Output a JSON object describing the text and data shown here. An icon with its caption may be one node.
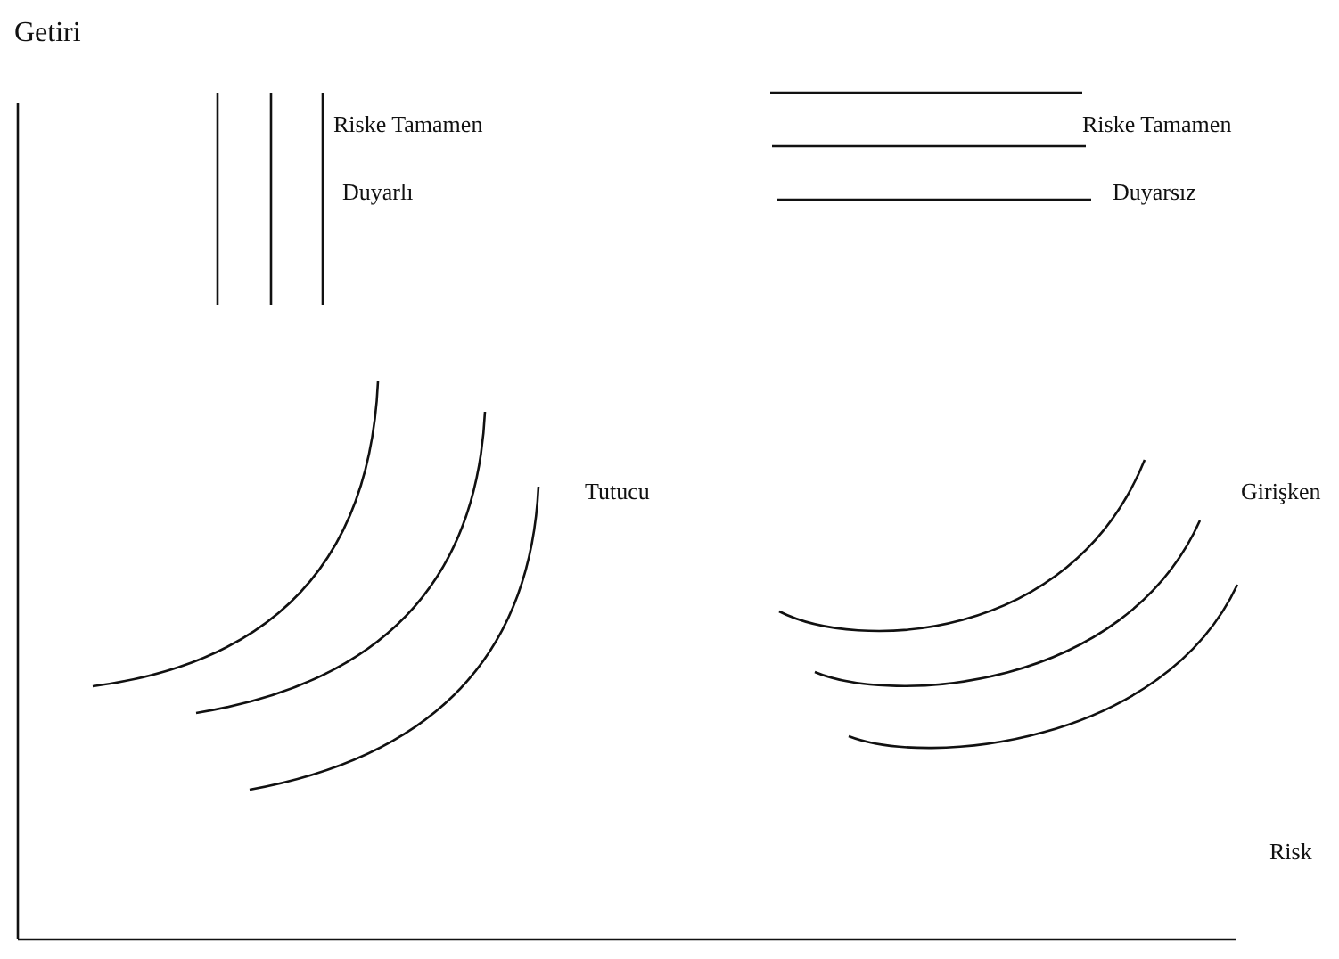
{
  "diagram": {
    "labels": [
      "Getiri",
      "Riske Tamamen",
      "Duyarlı",
      "Riske Tamamen",
      "Duyarsız",
      "Tutucu",
      "Girişken",
      "Risk"
    ]
  }
}
